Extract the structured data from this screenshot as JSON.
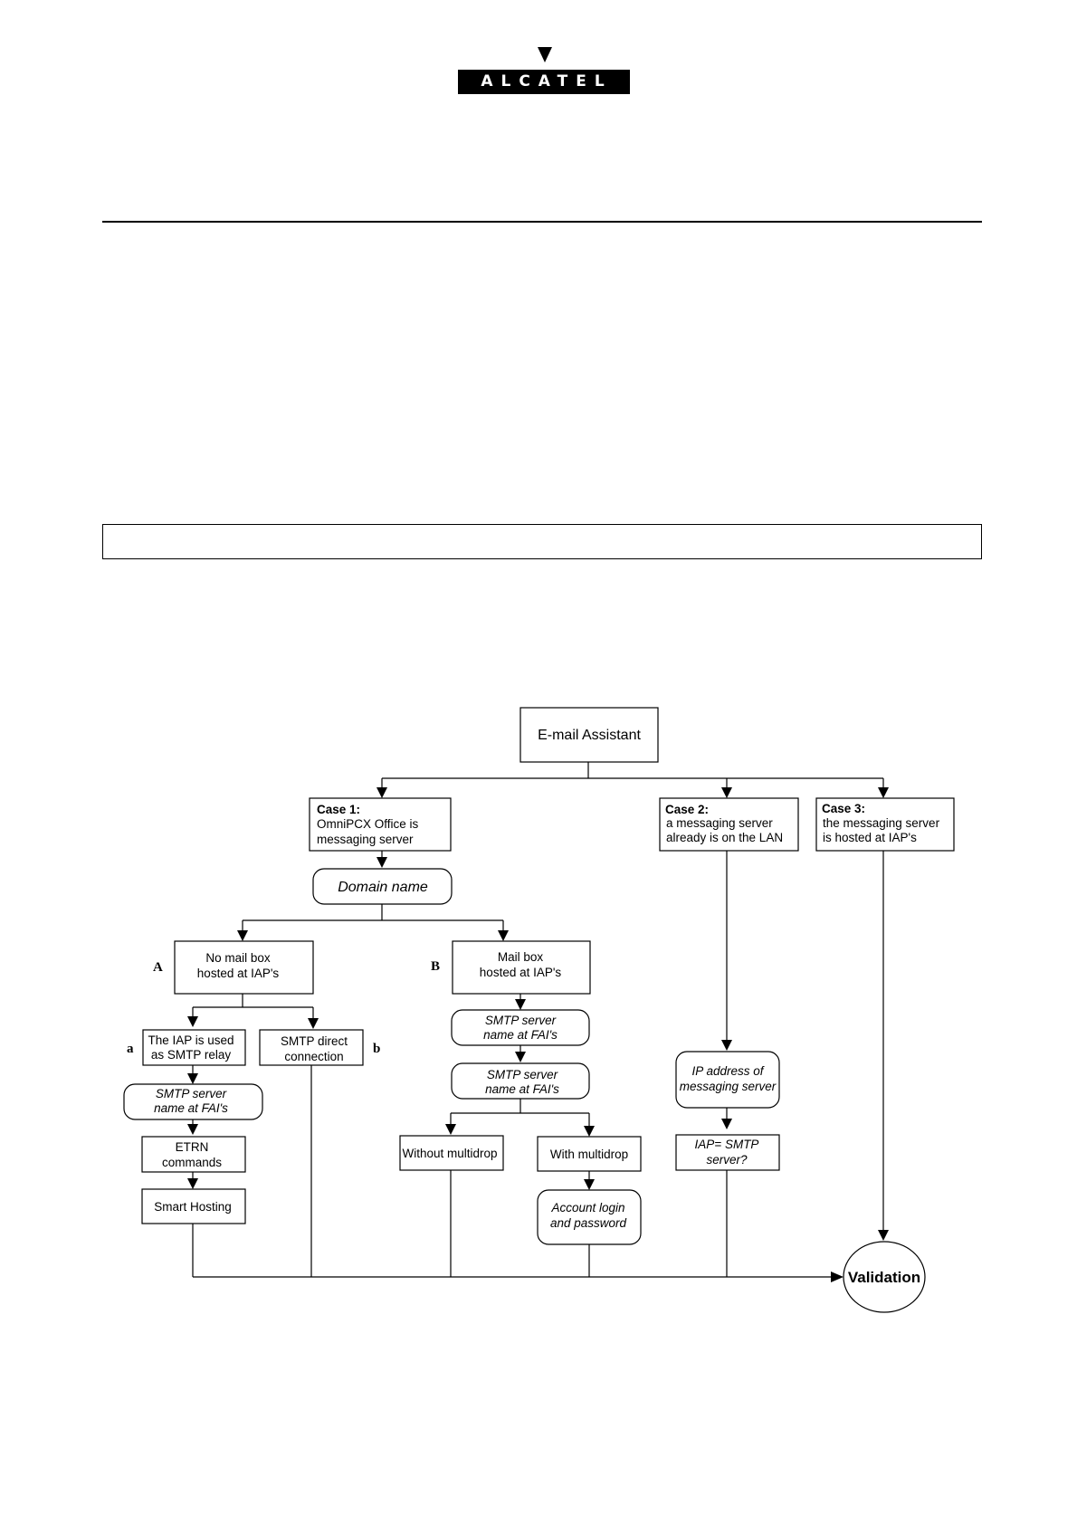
{
  "brand": {
    "logo_text": "ALCATEL"
  },
  "diagram": {
    "root": "E-mail Assistant",
    "case1": {
      "title": "Case 1:",
      "lines": [
        "OmniPCX Office is",
        "messaging server"
      ]
    },
    "case2": {
      "title": "Case 2:",
      "lines": [
        "a messaging server",
        "already is on the LAN"
      ]
    },
    "case3": {
      "title": "Case 3:",
      "lines": [
        "the messaging server",
        "is hosted at IAP's"
      ]
    },
    "domain_name": "Domain name",
    "branch_a": {
      "letter": "A",
      "lines": [
        "No mail box",
        "hosted at IAP's"
      ]
    },
    "branch_b": {
      "letter": "B",
      "lines": [
        "Mail box",
        "hosted at IAP's"
      ]
    },
    "sub_a": {
      "letter": "a",
      "lines": [
        "The IAP is used",
        "as SMTP relay"
      ]
    },
    "sub_b": {
      "letter": "b",
      "lines": [
        "SMTP direct",
        "connection"
      ]
    },
    "smtp_server_a": [
      "SMTP server",
      "name at FAI's"
    ],
    "etrn": [
      "ETRN",
      "commands"
    ],
    "smart_hosting": "Smart Hosting",
    "smtp_server_b1": [
      "SMTP server",
      "name at FAI's"
    ],
    "smtp_server_b2": [
      "SMTP server",
      "name at FAI's"
    ],
    "without_multidrop": "Without multidrop",
    "with_multidrop": "With multidrop",
    "account_login": [
      "Account login",
      "and password"
    ],
    "ip_address": [
      "IP address of",
      "messaging server"
    ],
    "iap_smtp": [
      "IAP= SMTP",
      "server?"
    ],
    "validation": "Validation"
  }
}
